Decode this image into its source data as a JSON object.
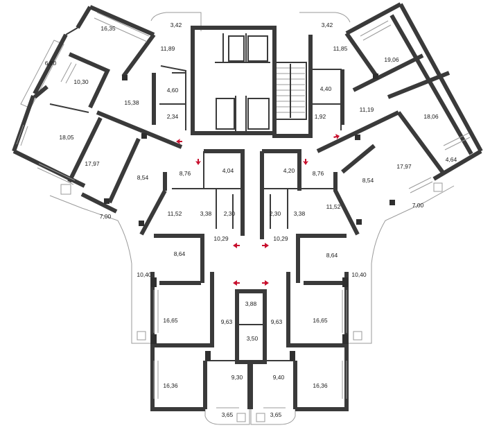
{
  "room_labels": {
    "r01": "16,35",
    "r02": "3,42",
    "r03": "3,42",
    "r04": "11,89",
    "r05": "11,85",
    "r06": "19,06",
    "r07": "6,80",
    "r08": "10,30",
    "r09": "4,60",
    "r10": "4,40",
    "r11": "15,38",
    "r12": "2,34",
    "r13": "11,19",
    "r14": "1,92",
    "r15": "18,06",
    "r16": "18,05",
    "r17": "17,97",
    "r18": "17,97",
    "r19": "4,64",
    "r20": "8,54",
    "r21": "8,54",
    "r22": "8,76",
    "r23": "4,04",
    "r24": "4,20",
    "r25": "8,76",
    "r26": "7,00",
    "r27": "7,00",
    "r28": "11,52",
    "r29": "11,52",
    "r30": "3,38",
    "r31": "2,30",
    "r32": "2,30",
    "r33": "3,38",
    "r34": "10,29",
    "r35": "10,29",
    "r36": "8,64",
    "r37": "8,64",
    "r38": "10,40",
    "r39": "10,40",
    "r40": "3,88",
    "r41": "9,63",
    "r42": "9,63",
    "r43": "16,65",
    "r44": "16,65",
    "r45": "3,50",
    "r46": "9,30",
    "r47": "9,40",
    "r48": "16,36",
    "r49": "16,36",
    "r50": "3,65",
    "r51": "3,65"
  },
  "colors": {
    "wall": "#3a3a3a",
    "arrow": "#c8102e",
    "background": "#ffffff"
  },
  "icons": [
    "entrance-arrow-icon",
    "stair-icon",
    "elevator-icon",
    "window-icon"
  ]
}
